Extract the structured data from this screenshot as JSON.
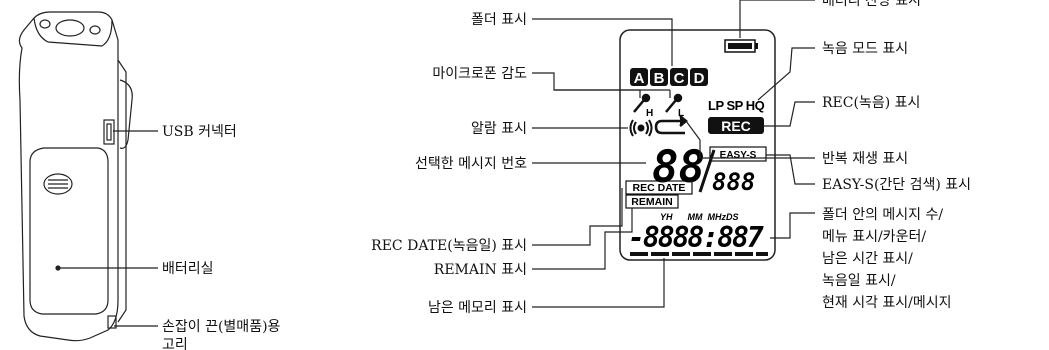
{
  "device_callouts": {
    "usb": "USB 커넥터",
    "battery": "배터리실",
    "strap_line1": "손잡이 끈(별매품)용",
    "strap_line2": "고리"
  },
  "lcd_callouts": {
    "folder": "폴더 표시",
    "mic_sensitivity": "마이크로폰 감도",
    "alarm": "알람 표시",
    "selected_message": "선택한 메시지 번호",
    "rec_date": "REC DATE(녹음일) 표시",
    "remain": "REMAIN 표시",
    "memory": "남은 메모리 표시",
    "battery_top": "배터리 잔량 표시",
    "rec_mode": "녹음 모드 표시",
    "rec": "REC(녹음) 표시",
    "repeat": "반복 재생 표시",
    "easy_s": "EASY-S(간단 검색) 표시",
    "multi_line1": "폴더 안의 메시지 수/",
    "multi_line2": "메뉴 표시/카운터/",
    "multi_line3": "남은 시간 표시/",
    "multi_line4": "녹음일 표시/",
    "multi_line5": "현재 시각 표시/메시지"
  },
  "lcd_text": {
    "folders": [
      "A",
      "B",
      "C",
      "D"
    ],
    "mic_high_sub": "H",
    "mic_low_sub": "L",
    "rec_modes": "LP SP HQ",
    "rec_badge": "REC",
    "easy_s": "EASY-S",
    "rec_date": "REC DATE",
    "remain": "REMAIN",
    "time_units": "YH      MM  MHzDS",
    "big_digits": "88",
    "small_digits": "888",
    "counter_digits": "-8888:887"
  }
}
